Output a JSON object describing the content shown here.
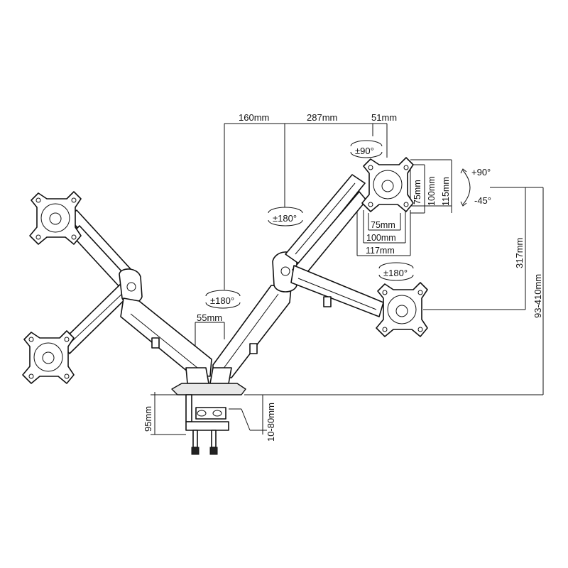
{
  "dimensions": {
    "arm_reach_1": "160mm",
    "arm_reach_2": "287mm",
    "head_offset": "51mm",
    "pole_spacing": "55mm",
    "vesa_75_h": "75mm",
    "vesa_100_h": "100mm",
    "plate_115_h": "115mm",
    "vesa_75_w": "75mm",
    "vesa_100_w": "100mm",
    "plate_117_w": "117mm",
    "height_317": "317mm",
    "height_range": "93-410mm",
    "base_height": "95mm",
    "desk_thickness": "10-80mm"
  },
  "rotations": {
    "head_rotate": "±90°",
    "arm_rotate_upper": "±180°",
    "arm_rotate_lower": "±180°",
    "base_rotate": "±180°",
    "tilt_up": "+90°",
    "tilt_down": "-45°"
  }
}
